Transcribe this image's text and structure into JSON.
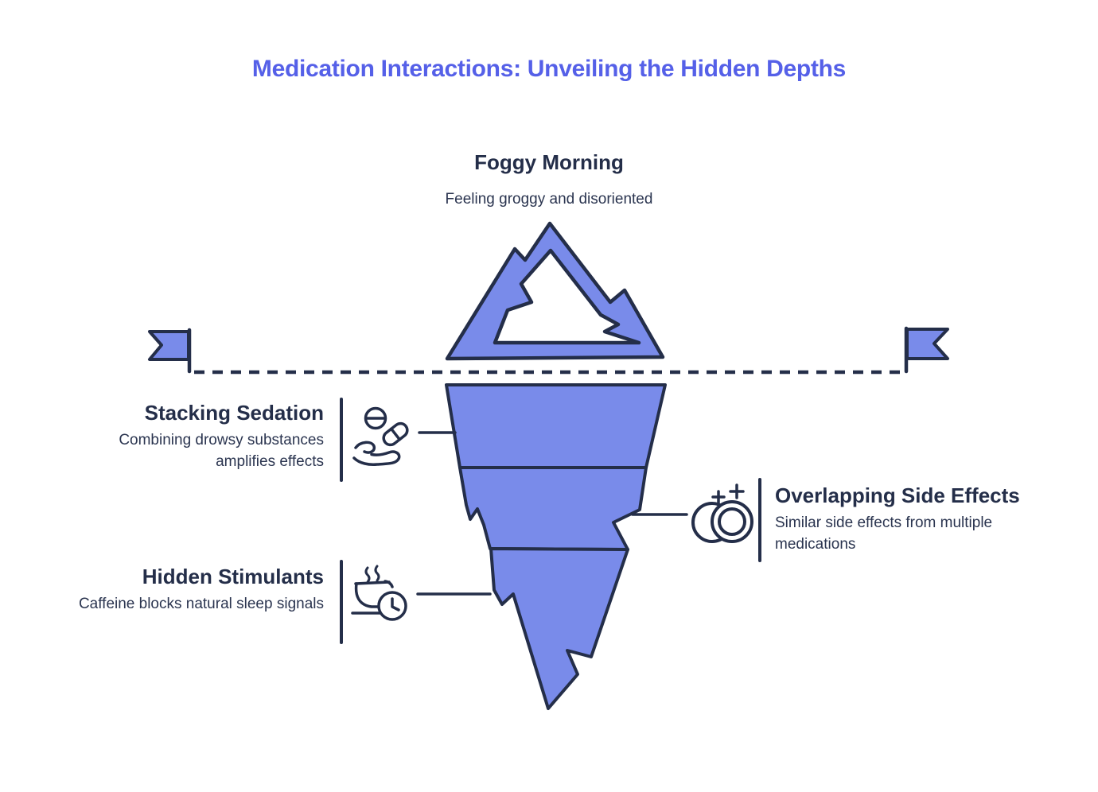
{
  "page": {
    "title": "Medication Interactions: Unveiling the Hidden Depths"
  },
  "colors": {
    "accent_title": "#5560e8",
    "ink": "#242e49",
    "iceberg_fill": "#798bea",
    "background": "#ffffff"
  },
  "surface_label": {
    "heading": "Foggy Morning",
    "description": "Feeling groggy and disoriented"
  },
  "waterline": {
    "style": "dashed",
    "left_marker": "flag-icon",
    "right_marker": "flag-icon"
  },
  "sections": [
    {
      "heading": "Stacking Sedation",
      "description": "Combining drowsy substances amplifies effects",
      "icon": "hand-offering-pills-icon",
      "side": "left",
      "depth_level": 1
    },
    {
      "heading": "Overlapping Side Effects",
      "description": "Similar side effects from multiple medications",
      "icon": "overlapping-pills-icon",
      "side": "right",
      "depth_level": 2
    },
    {
      "heading": "Hidden Stimulants",
      "description": "Caffeine blocks natural sleep signals",
      "icon": "coffee-cup-clock-icon",
      "side": "left",
      "depth_level": 3
    }
  ]
}
